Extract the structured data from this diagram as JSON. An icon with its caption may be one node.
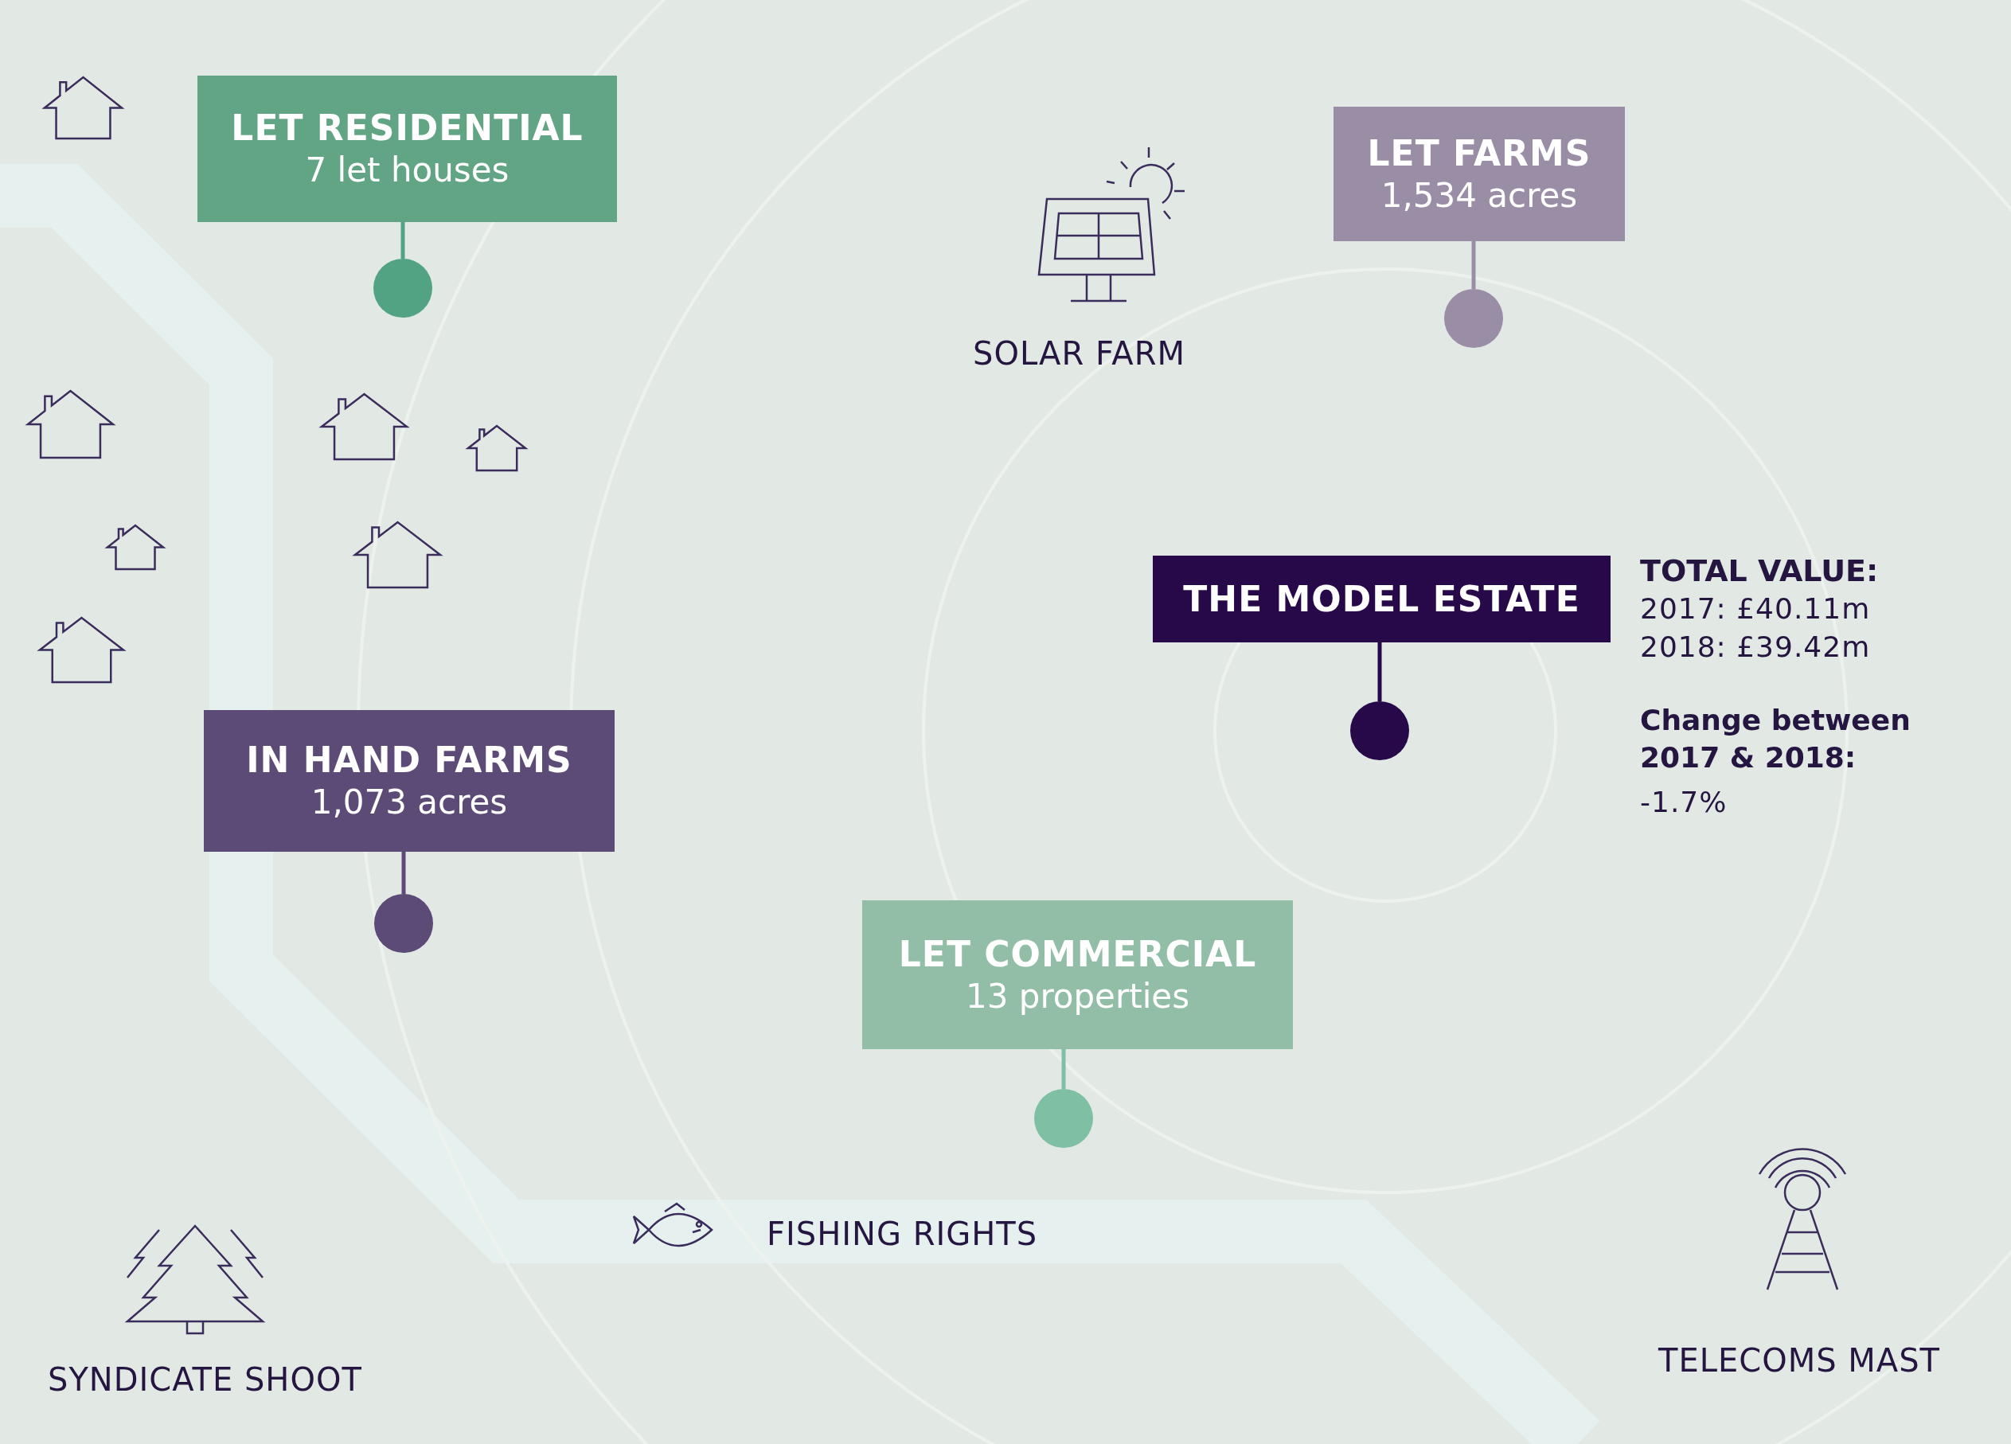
{
  "diagram": {
    "nodes": [
      {
        "text": [
          "LET RESIDENTIAL",
          "7 let houses"
        ]
      },
      {
        "text": [],
        "shape": "circle"
      },
      {
        "text": [
          "LET FARMS",
          "1,534 acres"
        ]
      },
      {
        "text": [],
        "shape": "circle"
      },
      {
        "text": [
          "THE MODEL ESTATE"
        ]
      },
      {
        "text": [],
        "shape": "circle"
      },
      {
        "text": [
          "IN HAND FARMS",
          "1,073 acres"
        ]
      },
      {
        "text": [],
        "shape": "circle"
      },
      {
        "text": [
          "LET COMMERCIAL",
          "13 properties"
        ]
      },
      {
        "text": [],
        "shape": "circle"
      }
    ],
    "edges": [
      {
        "from": 0,
        "to": 1,
        "arrow": "none",
        "color": "#52a383"
      },
      {
        "from": 2,
        "to": 3,
        "arrow": "none",
        "color": "#9a8ea6"
      },
      {
        "from": 4,
        "to": 5,
        "arrow": "none",
        "color": "#27094a"
      },
      {
        "from": 6,
        "to": 7,
        "arrow": "none",
        "color": "#5c4a77"
      },
      {
        "from": 8,
        "to": 9,
        "arrow": "none",
        "color": "#7fc0a5"
      }
    ],
    "labels": [
      "SOLAR FARM",
      "TOTAL VALUE:",
      "2017: £40.11m",
      "2018: £39.42m",
      "Change between 2017 & 2018:",
      "-1.7%",
      "FISHING RIGHTS",
      "SYNDICATE SHOOT",
      "TELECOMS MAST"
    ]
  }
}
